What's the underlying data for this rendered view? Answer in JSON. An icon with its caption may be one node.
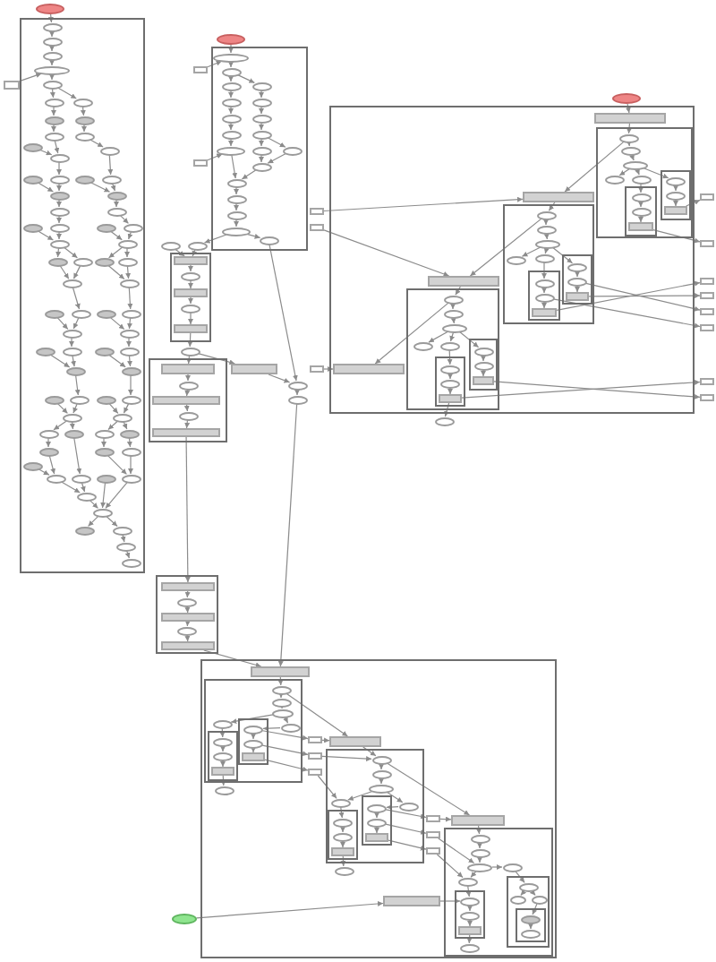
{
  "diagram": {
    "nodes": [
      {
        "text": [],
        "shape": "ellipse"
      },
      {
        "text": [],
        "shape": "box"
      },
      {
        "text": [],
        "shape": "ellipse",
        "in": 1
      },
      {
        "text": [],
        "shape": "ellipse",
        "in": 1
      },
      {
        "text": [],
        "shape": "ellipse",
        "in": 1
      },
      {
        "text": [],
        "shape": "ellipse",
        "in": 1
      },
      {
        "text": [],
        "shape": "ellipse",
        "in": 1
      },
      {
        "text": [],
        "shape": "ellipse",
        "in": 1
      },
      {
        "text": [],
        "shape": "ellipse",
        "in": 1
      },
      {
        "text": [],
        "shape": "ellipse",
        "in": 1
      },
      {
        "text": [],
        "shape": "ellipse",
        "in": 1
      },
      {
        "text": [],
        "shape": "ellipse",
        "in": 1
      },
      {
        "text": [],
        "shape": "ellipse",
        "in": 1
      },
      {
        "text": [],
        "shape": "ellipse",
        "in": 1
      },
      {
        "text": [],
        "shape": "ellipse",
        "in": 1
      },
      {
        "text": [],
        "shape": "ellipse",
        "in": 1
      },
      {
        "text": [],
        "shape": "ellipse",
        "in": 1
      },
      {
        "text": [],
        "shape": "ellipse",
        "in": 1
      },
      {
        "text": [],
        "shape": "ellipse",
        "in": 1
      },
      {
        "text": [],
        "shape": "ellipse",
        "in": 1
      },
      {
        "text": [],
        "shape": "ellipse",
        "in": 1
      },
      {
        "text": [],
        "shape": "ellipse",
        "in": 1
      },
      {
        "text": [],
        "shape": "ellipse",
        "in": 1
      },
      {
        "text": [],
        "shape": "ellipse",
        "in": 1
      },
      {
        "text": [],
        "shape": "ellipse",
        "in": 1
      },
      {
        "text": [],
        "shape": "ellipse",
        "in": 1
      },
      {
        "text": [],
        "shape": "ellipse",
        "in": 1
      },
      {
        "text": [],
        "shape": "ellipse",
        "in": 1
      },
      {
        "text": [],
        "shape": "ellipse",
        "in": 1
      },
      {
        "text": [],
        "shape": "ellipse",
        "in": 1
      },
      {
        "text": [],
        "shape": "ellipse",
        "in": 1
      },
      {
        "text": [],
        "shape": "ellipse",
        "in": 1
      },
      {
        "text": [],
        "shape": "ellipse",
        "in": 1
      },
      {
        "text": [],
        "shape": "ellipse",
        "in": 1
      },
      {
        "text": [],
        "shape": "ellipse",
        "in": 1
      },
      {
        "text": [],
        "shape": "ellipse",
        "in": 1
      },
      {
        "text": [],
        "shape": "ellipse",
        "in": 1
      },
      {
        "text": [],
        "shape": "ellipse",
        "in": 1
      },
      {
        "text": [],
        "shape": "ellipse",
        "in": 1
      },
      {
        "text": [],
        "shape": "ellipse",
        "in": 1
      },
      {
        "text": [],
        "shape": "ellipse",
        "in": 1
      },
      {
        "text": [],
        "shape": "ellipse",
        "in": 1
      },
      {
        "text": [],
        "shape": "ellipse",
        "in": 1
      },
      {
        "text": [],
        "shape": "ellipse",
        "in": 1
      },
      {
        "text": [],
        "shape": "ellipse",
        "in": 1
      },
      {
        "text": [],
        "shape": "ellipse",
        "in": 1
      },
      {
        "text": [],
        "shape": "ellipse",
        "in": 1
      },
      {
        "text": [],
        "shape": "ellipse",
        "in": 1
      },
      {
        "text": [],
        "shape": "ellipse",
        "in": 1
      },
      {
        "text": [],
        "shape": "ellipse",
        "in": 1
      },
      {
        "text": [],
        "shape": "ellipse",
        "in": 1
      },
      {
        "text": [],
        "shape": "ellipse",
        "in": 1
      },
      {
        "text": [],
        "shape": "ellipse",
        "in": 1
      },
      {
        "text": [],
        "shape": "ellipse",
        "in": 1
      },
      {
        "text": [],
        "shape": "ellipse",
        "in": 1
      },
      {
        "text": [],
        "shape": "ellipse",
        "in": 1
      },
      {
        "text": [],
        "shape": "ellipse",
        "in": 1
      },
      {
        "text": [],
        "shape": "ellipse",
        "in": 1
      },
      {
        "text": [],
        "shape": "ellipse",
        "in": 1
      },
      {
        "text": [],
        "shape": "ellipse",
        "in": 1
      },
      {
        "text": [],
        "shape": "ellipse",
        "in": 1
      },
      {
        "text": [],
        "shape": "ellipse",
        "in": 1
      },
      {
        "text": [],
        "shape": "ellipse",
        "in": 1
      },
      {
        "text": [],
        "shape": "ellipse",
        "in": 1
      },
      {
        "text": [],
        "shape": "ellipse",
        "in": 1
      },
      {
        "text": [],
        "shape": "ellipse",
        "in": 1
      },
      {
        "text": [],
        "shape": "ellipse",
        "in": 1
      },
      {
        "text": [],
        "shape": "ellipse",
        "in": 1
      },
      {
        "text": [],
        "shape": "ellipse",
        "in": 1
      },
      {
        "text": [],
        "shape": "ellipse",
        "in": 1
      },
      {
        "text": [],
        "shape": "ellipse",
        "in": 1
      },
      {
        "text": [],
        "shape": "ellipse",
        "in": 1
      },
      {
        "text": [],
        "shape": "box"
      },
      {
        "text": [],
        "shape": "ellipse"
      },
      {
        "text": [],
        "shape": "box"
      },
      {
        "text": [],
        "shape": "ellipse",
        "in": 74
      },
      {
        "text": [],
        "shape": "ellipse",
        "in": 74
      },
      {
        "text": [],
        "shape": "ellipse",
        "in": 74
      },
      {
        "text": [],
        "shape": "ellipse",
        "in": 74
      },
      {
        "text": [],
        "shape": "ellipse",
        "in": 74
      },
      {
        "text": [],
        "shape": "ellipse",
        "in": 74
      },
      {
        "text": [],
        "shape": "ellipse",
        "in": 74
      },
      {
        "text": [],
        "shape": "ellipse",
        "in": 74
      },
      {
        "text": [],
        "shape": "ellipse",
        "in": 74
      },
      {
        "text": [],
        "shape": "ellipse",
        "in": 74
      },
      {
        "text": [],
        "shape": "ellipse",
        "in": 74
      },
      {
        "text": [],
        "shape": "ellipse",
        "in": 74
      },
      {
        "text": [],
        "shape": "ellipse",
        "in": 74
      },
      {
        "text": [],
        "shape": "ellipse",
        "in": 74
      },
      {
        "text": [],
        "shape": "ellipse",
        "in": 74
      },
      {
        "text": [],
        "shape": "ellipse",
        "in": 74
      },
      {
        "text": [],
        "shape": "ellipse",
        "in": 74
      },
      {
        "text": [],
        "shape": "ellipse",
        "in": 74
      },
      {
        "text": [],
        "shape": "ellipse",
        "in": 74
      },
      {
        "text": [],
        "shape": "box"
      },
      {
        "text": [],
        "shape": "box"
      },
      {
        "text": [],
        "shape": "ellipse"
      },
      {
        "text": [],
        "shape": "ellipse"
      },
      {
        "text": [],
        "shape": "box"
      },
      {
        "text": [],
        "shape": "box"
      },
      {
        "text": [],
        "shape": "box"
      },
      {
        "text": [],
        "shape": "bar",
        "in": 100
      },
      {
        "text": [],
        "shape": "ellipse",
        "in": 100
      },
      {
        "text": [],
        "shape": "bar",
        "in": 100
      },
      {
        "text": [],
        "shape": "ellipse",
        "in": 100
      },
      {
        "text": [],
        "shape": "bar",
        "in": 100
      },
      {
        "text": [],
        "shape": "ellipse"
      },
      {
        "text": [],
        "shape": "box"
      },
      {
        "text": [],
        "shape": "bar",
        "in": 107
      },
      {
        "text": [],
        "shape": "ellipse",
        "in": 107
      },
      {
        "text": [],
        "shape": "bar",
        "in": 107
      },
      {
        "text": [],
        "shape": "ellipse",
        "in": 107
      },
      {
        "text": [],
        "shape": "bar",
        "in": 107
      },
      {
        "text": [],
        "shape": "bar"
      },
      {
        "text": [],
        "shape": "ellipse"
      },
      {
        "text": [],
        "shape": "ellipse"
      },
      {
        "text": [],
        "shape": "box"
      },
      {
        "text": [],
        "shape": "ellipse"
      },
      {
        "text": [],
        "shape": "box"
      },
      {
        "text": [],
        "shape": "bar",
        "in": 118
      },
      {
        "text": [],
        "shape": "box",
        "in": 118
      },
      {
        "text": [],
        "shape": "ellipse",
        "in": 120
      },
      {
        "text": [],
        "shape": "ellipse",
        "in": 120
      },
      {
        "text": [],
        "shape": "ellipse",
        "in": 120
      },
      {
        "text": [],
        "shape": "ellipse",
        "in": 120
      },
      {
        "text": [],
        "shape": "ellipse",
        "in": 120
      },
      {
        "text": [],
        "shape": "box",
        "in": 120
      },
      {
        "text": [],
        "shape": "ellipse",
        "in": 126
      },
      {
        "text": [],
        "shape": "ellipse",
        "in": 126
      },
      {
        "text": [],
        "shape": "bar",
        "in": 126
      },
      {
        "text": [],
        "shape": "box",
        "in": 120
      },
      {
        "text": [],
        "shape": "ellipse",
        "in": 130
      },
      {
        "text": [],
        "shape": "ellipse",
        "in": 130
      },
      {
        "text": [],
        "shape": "bar",
        "in": 130
      },
      {
        "text": [],
        "shape": "bar",
        "in": 118
      },
      {
        "text": [],
        "shape": "box",
        "in": 118
      },
      {
        "text": [],
        "shape": "ellipse",
        "in": 135
      },
      {
        "text": [],
        "shape": "ellipse",
        "in": 135
      },
      {
        "text": [],
        "shape": "ellipse",
        "in": 135
      },
      {
        "text": [],
        "shape": "ellipse",
        "in": 135
      },
      {
        "text": [],
        "shape": "ellipse",
        "in": 135
      },
      {
        "text": [],
        "shape": "box",
        "in": 135
      },
      {
        "text": [],
        "shape": "ellipse",
        "in": 141
      },
      {
        "text": [],
        "shape": "ellipse",
        "in": 141
      },
      {
        "text": [],
        "shape": "bar",
        "in": 141
      },
      {
        "text": [],
        "shape": "box",
        "in": 135
      },
      {
        "text": [],
        "shape": "ellipse",
        "in": 145
      },
      {
        "text": [],
        "shape": "ellipse",
        "in": 145
      },
      {
        "text": [],
        "shape": "bar",
        "in": 145
      },
      {
        "text": [],
        "shape": "bar",
        "in": 118
      },
      {
        "text": [],
        "shape": "box",
        "in": 118
      },
      {
        "text": [],
        "shape": "ellipse",
        "in": 150
      },
      {
        "text": [],
        "shape": "ellipse",
        "in": 150
      },
      {
        "text": [],
        "shape": "ellipse",
        "in": 150
      },
      {
        "text": [],
        "shape": "ellipse",
        "in": 150
      },
      {
        "text": [],
        "shape": "ellipse",
        "in": 150
      },
      {
        "text": [],
        "shape": "box",
        "in": 150
      },
      {
        "text": [],
        "shape": "ellipse",
        "in": 156
      },
      {
        "text": [],
        "shape": "ellipse",
        "in": 156
      },
      {
        "text": [],
        "shape": "bar",
        "in": 156
      },
      {
        "text": [],
        "shape": "box",
        "in": 150
      },
      {
        "text": [],
        "shape": "ellipse",
        "in": 160
      },
      {
        "text": [],
        "shape": "ellipse",
        "in": 160
      },
      {
        "text": [],
        "shape": "bar",
        "in": 160
      },
      {
        "text": [],
        "shape": "bar",
        "in": 118
      },
      {
        "text": [],
        "shape": "ellipse"
      },
      {
        "text": [],
        "shape": "box"
      },
      {
        "text": [],
        "shape": "box"
      },
      {
        "text": [],
        "shape": "box"
      },
      {
        "text": [],
        "shape": "box"
      },
      {
        "text": [],
        "shape": "box"
      },
      {
        "text": [],
        "shape": "box"
      },
      {
        "text": [],
        "shape": "box"
      },
      {
        "text": [],
        "shape": "box"
      },
      {
        "text": [],
        "shape": "box"
      },
      {
        "text": [],
        "shape": "bar",
        "in": 174
      },
      {
        "text": [],
        "shape": "ellipse",
        "in": 174
      },
      {
        "text": [],
        "shape": "bar",
        "in": 174
      },
      {
        "text": [],
        "shape": "ellipse",
        "in": 174
      },
      {
        "text": [],
        "shape": "bar",
        "in": 174
      },
      {
        "text": [],
        "shape": "box"
      },
      {
        "text": [],
        "shape": "bar",
        "in": 180
      },
      {
        "text": [],
        "shape": "box",
        "in": 180
      },
      {
        "text": [],
        "shape": "ellipse",
        "in": 182
      },
      {
        "text": [],
        "shape": "ellipse",
        "in": 182
      },
      {
        "text": [],
        "shape": "ellipse",
        "in": 182
      },
      {
        "text": [],
        "shape": "ellipse",
        "in": 182
      },
      {
        "text": [],
        "shape": "ellipse",
        "in": 182
      },
      {
        "text": [],
        "shape": "box",
        "in": 182
      },
      {
        "text": [],
        "shape": "ellipse",
        "in": 188
      },
      {
        "text": [],
        "shape": "ellipse",
        "in": 188
      },
      {
        "text": [],
        "shape": "bar",
        "in": 188
      },
      {
        "text": [],
        "shape": "box",
        "in": 182
      },
      {
        "text": [],
        "shape": "ellipse",
        "in": 192
      },
      {
        "text": [],
        "shape": "ellipse",
        "in": 192
      },
      {
        "text": [],
        "shape": "bar",
        "in": 192
      },
      {
        "text": [],
        "shape": "box",
        "in": 180
      },
      {
        "text": [],
        "shape": "box",
        "in": 180
      },
      {
        "text": [],
        "shape": "box",
        "in": 180
      },
      {
        "text": [],
        "shape": "bar",
        "in": 180
      },
      {
        "text": [],
        "shape": "box",
        "in": 180
      },
      {
        "text": [],
        "shape": "ellipse",
        "in": 200
      },
      {
        "text": [],
        "shape": "ellipse",
        "in": 200
      },
      {
        "text": [],
        "shape": "ellipse",
        "in": 200
      },
      {
        "text": [],
        "shape": "ellipse",
        "in": 200
      },
      {
        "text": [],
        "shape": "ellipse",
        "in": 200
      },
      {
        "text": [],
        "shape": "box",
        "in": 200
      },
      {
        "text": [],
        "shape": "ellipse",
        "in": 206
      },
      {
        "text": [],
        "shape": "ellipse",
        "in": 206
      },
      {
        "text": [],
        "shape": "bar",
        "in": 206
      },
      {
        "text": [],
        "shape": "box",
        "in": 200
      },
      {
        "text": [],
        "shape": "ellipse",
        "in": 210
      },
      {
        "text": [],
        "shape": "ellipse",
        "in": 210
      },
      {
        "text": [],
        "shape": "bar",
        "in": 210
      },
      {
        "text": [],
        "shape": "ellipse",
        "in": 180
      },
      {
        "text": [],
        "shape": "ellipse",
        "in": 180
      },
      {
        "text": [],
        "shape": "box",
        "in": 180
      },
      {
        "text": [],
        "shape": "box",
        "in": 180
      },
      {
        "text": [],
        "shape": "box",
        "in": 180
      },
      {
        "text": [],
        "shape": "bar",
        "in": 180
      },
      {
        "text": [],
        "shape": "box",
        "in": 180
      },
      {
        "text": [],
        "shape": "ellipse",
        "in": 220
      },
      {
        "text": [],
        "shape": "ellipse",
        "in": 220
      },
      {
        "text": [],
        "shape": "ellipse",
        "in": 220
      },
      {
        "text": [],
        "shape": "ellipse",
        "in": 220
      },
      {
        "text": [],
        "shape": "ellipse",
        "in": 220
      },
      {
        "text": [],
        "shape": "box",
        "in": 220
      },
      {
        "text": [],
        "shape": "ellipse",
        "in": 226
      },
      {
        "text": [],
        "shape": "ellipse",
        "in": 226
      },
      {
        "text": [],
        "shape": "bar",
        "in": 226
      },
      {
        "text": [],
        "shape": "box",
        "in": 220
      },
      {
        "text": [],
        "shape": "ellipse",
        "in": 230
      },
      {
        "text": [],
        "shape": "ellipse",
        "in": 230
      },
      {
        "text": [],
        "shape": "ellipse",
        "in": 230
      },
      {
        "text": [],
        "shape": "box",
        "in": 230
      },
      {
        "text": [],
        "shape": "ellipse",
        "in": 234
      },
      {
        "text": [],
        "shape": "ellipse",
        "in": 234
      },
      {
        "text": [],
        "shape": "ellipse",
        "in": 220
      },
      {
        "text": [],
        "shape": "bar",
        "in": 180
      },
      {
        "text": [],
        "shape": "ellipse"
      }
    ],
    "edges": [
      {
        "from": 0,
        "to": 2,
        "arrow": "to"
      },
      {
        "from": 2,
        "to": 3,
        "arrow": "to"
      },
      {
        "from": 3,
        "to": 4,
        "arrow": "to"
      },
      {
        "from": 4,
        "to": 5,
        "arrow": "to"
      },
      {
        "from": 72,
        "to": 5,
        "arrow": "to"
      },
      {
        "from": 5,
        "to": 6,
        "arrow": "to"
      },
      {
        "from": 6,
        "to": 7,
        "arrow": "to"
      },
      {
        "from": 6,
        "to": 8,
        "arrow": "to"
      },
      {
        "from": 7,
        "to": 9,
        "arrow": "to"
      },
      {
        "from": 8,
        "to": 10,
        "arrow": "to"
      },
      {
        "from": 9,
        "to": 11,
        "arrow": "to"
      },
      {
        "from": 10,
        "to": 12,
        "arrow": "to"
      },
      {
        "from": 11,
        "to": 14,
        "arrow": "to"
      },
      {
        "from": 13,
        "to": 14,
        "arrow": "to"
      },
      {
        "from": 12,
        "to": 15,
        "arrow": "to"
      },
      {
        "from": 14,
        "to": 17,
        "arrow": "to"
      },
      {
        "from": 15,
        "to": 19,
        "arrow": "to"
      },
      {
        "from": 16,
        "to": 20,
        "arrow": "to"
      },
      {
        "from": 17,
        "to": 20,
        "arrow": "to"
      },
      {
        "from": 18,
        "to": 21,
        "arrow": "to"
      },
      {
        "from": 19,
        "to": 21,
        "arrow": "to"
      },
      {
        "from": 20,
        "to": 22,
        "arrow": "to"
      },
      {
        "from": 21,
        "to": 23,
        "arrow": "to"
      },
      {
        "from": 22,
        "to": 25,
        "arrow": "to"
      },
      {
        "from": 23,
        "to": 27,
        "arrow": "to"
      },
      {
        "from": 24,
        "to": 28,
        "arrow": "to"
      },
      {
        "from": 25,
        "to": 28,
        "arrow": "to"
      },
      {
        "from": 26,
        "to": 29,
        "arrow": "to"
      },
      {
        "from": 27,
        "to": 29,
        "arrow": "to"
      },
      {
        "from": 28,
        "to": 30,
        "arrow": "to"
      },
      {
        "from": 28,
        "to": 31,
        "arrow": "to"
      },
      {
        "from": 29,
        "to": 32,
        "arrow": "to"
      },
      {
        "from": 29,
        "to": 33,
        "arrow": "to"
      },
      {
        "from": 30,
        "to": 34,
        "arrow": "to"
      },
      {
        "from": 31,
        "to": 34,
        "arrow": "to"
      },
      {
        "from": 32,
        "to": 35,
        "arrow": "to"
      },
      {
        "from": 33,
        "to": 35,
        "arrow": "to"
      },
      {
        "from": 34,
        "to": 37,
        "arrow": "to"
      },
      {
        "from": 35,
        "to": 39,
        "arrow": "to"
      },
      {
        "from": 36,
        "to": 40,
        "arrow": "to"
      },
      {
        "from": 37,
        "to": 40,
        "arrow": "to"
      },
      {
        "from": 38,
        "to": 41,
        "arrow": "to"
      },
      {
        "from": 39,
        "to": 41,
        "arrow": "to"
      },
      {
        "from": 40,
        "to": 43,
        "arrow": "to"
      },
      {
        "from": 41,
        "to": 45,
        "arrow": "to"
      },
      {
        "from": 42,
        "to": 46,
        "arrow": "to"
      },
      {
        "from": 43,
        "to": 46,
        "arrow": "to"
      },
      {
        "from": 44,
        "to": 47,
        "arrow": "to"
      },
      {
        "from": 45,
        "to": 47,
        "arrow": "to"
      },
      {
        "from": 46,
        "to": 49,
        "arrow": "to"
      },
      {
        "from": 47,
        "to": 51,
        "arrow": "to"
      },
      {
        "from": 48,
        "to": 52,
        "arrow": "to"
      },
      {
        "from": 49,
        "to": 52,
        "arrow": "to"
      },
      {
        "from": 50,
        "to": 53,
        "arrow": "to"
      },
      {
        "from": 51,
        "to": 53,
        "arrow": "to"
      },
      {
        "from": 52,
        "to": 54,
        "arrow": "to"
      },
      {
        "from": 52,
        "to": 55,
        "arrow": "to"
      },
      {
        "from": 53,
        "to": 56,
        "arrow": "to"
      },
      {
        "from": 53,
        "to": 57,
        "arrow": "to"
      },
      {
        "from": 54,
        "to": 58,
        "arrow": "to"
      },
      {
        "from": 56,
        "to": 59,
        "arrow": "to"
      },
      {
        "from": 57,
        "to": 60,
        "arrow": "to"
      },
      {
        "from": 58,
        "to": 62,
        "arrow": "to"
      },
      {
        "from": 61,
        "to": 62,
        "arrow": "to"
      },
      {
        "from": 55,
        "to": 63,
        "arrow": "to"
      },
      {
        "from": 59,
        "to": 65,
        "arrow": "to"
      },
      {
        "from": 60,
        "to": 65,
        "arrow": "to"
      },
      {
        "from": 62,
        "to": 66,
        "arrow": "to"
      },
      {
        "from": 63,
        "to": 66,
        "arrow": "to"
      },
      {
        "from": 64,
        "to": 67,
        "arrow": "to"
      },
      {
        "from": 65,
        "to": 67,
        "arrow": "to"
      },
      {
        "from": 66,
        "to": 67,
        "arrow": "to"
      },
      {
        "from": 67,
        "to": 68,
        "arrow": "to"
      },
      {
        "from": 67,
        "to": 69,
        "arrow": "to"
      },
      {
        "from": 69,
        "to": 70,
        "arrow": "to"
      },
      {
        "from": 70,
        "to": 71,
        "arrow": "to"
      },
      {
        "from": 73,
        "to": 75,
        "arrow": "to"
      },
      {
        "from": 94,
        "to": 75,
        "arrow": "to"
      },
      {
        "from": 75,
        "to": 76,
        "arrow": "to"
      },
      {
        "from": 76,
        "to": 77,
        "arrow": "to"
      },
      {
        "from": 76,
        "to": 78,
        "arrow": "to"
      },
      {
        "from": 77,
        "to": 79,
        "arrow": "to"
      },
      {
        "from": 78,
        "to": 80,
        "arrow": "to"
      },
      {
        "from": 79,
        "to": 81,
        "arrow": "to"
      },
      {
        "from": 80,
        "to": 82,
        "arrow": "to"
      },
      {
        "from": 81,
        "to": 83,
        "arrow": "to"
      },
      {
        "from": 82,
        "to": 84,
        "arrow": "to"
      },
      {
        "from": 83,
        "to": 85,
        "arrow": "to"
      },
      {
        "from": 84,
        "to": 86,
        "arrow": "to"
      },
      {
        "from": 84,
        "to": 87,
        "arrow": "to"
      },
      {
        "from": 95,
        "to": 85,
        "arrow": "to"
      },
      {
        "from": 85,
        "to": 89,
        "arrow": "to"
      },
      {
        "from": 86,
        "to": 88,
        "arrow": "to"
      },
      {
        "from": 87,
        "to": 88,
        "arrow": "to"
      },
      {
        "from": 88,
        "to": 89,
        "arrow": "to"
      },
      {
        "from": 89,
        "to": 90,
        "arrow": "to"
      },
      {
        "from": 90,
        "to": 91,
        "arrow": "to"
      },
      {
        "from": 91,
        "to": 92,
        "arrow": "to"
      },
      {
        "from": 92,
        "to": 93,
        "arrow": "to"
      },
      {
        "from": 92,
        "to": 97,
        "arrow": "to"
      },
      {
        "from": 96,
        "to": 101,
        "arrow": "to"
      },
      {
        "from": 97,
        "to": 101,
        "arrow": "to"
      },
      {
        "from": 101,
        "to": 102,
        "arrow": "to"
      },
      {
        "from": 102,
        "to": 103,
        "arrow": "to"
      },
      {
        "from": 103,
        "to": 104,
        "arrow": "to"
      },
      {
        "from": 104,
        "to": 105,
        "arrow": "to"
      },
      {
        "from": 105,
        "to": 106,
        "arrow": "to"
      },
      {
        "from": 106,
        "to": 108,
        "arrow": "to"
      },
      {
        "from": 106,
        "to": 113,
        "arrow": "to"
      },
      {
        "from": 108,
        "to": 109,
        "arrow": "to"
      },
      {
        "from": 109,
        "to": 110,
        "arrow": "to"
      },
      {
        "from": 110,
        "to": 111,
        "arrow": "to"
      },
      {
        "from": 111,
        "to": 112,
        "arrow": "to"
      },
      {
        "from": 93,
        "to": 114,
        "arrow": "to"
      },
      {
        "from": 113,
        "to": 114,
        "arrow": "to"
      },
      {
        "from": 114,
        "to": 115,
        "arrow": "to"
      },
      {
        "from": 115,
        "to": 181,
        "arrow": "to"
      },
      {
        "from": 112,
        "to": 175,
        "arrow": "to"
      },
      {
        "from": 117,
        "to": 119,
        "arrow": "to"
      },
      {
        "from": 119,
        "to": 121,
        "arrow": "to"
      },
      {
        "from": 121,
        "to": 122,
        "arrow": "to"
      },
      {
        "from": 122,
        "to": 123,
        "arrow": "to"
      },
      {
        "from": 123,
        "to": 124,
        "arrow": "to"
      },
      {
        "from": 123,
        "to": 125,
        "arrow": "to"
      },
      {
        "from": 125,
        "to": 127,
        "arrow": "to"
      },
      {
        "from": 127,
        "to": 128,
        "arrow": "to"
      },
      {
        "from": 128,
        "to": 129,
        "arrow": "to"
      },
      {
        "from": 123,
        "to": 131,
        "arrow": "to"
      },
      {
        "from": 131,
        "to": 132,
        "arrow": "to"
      },
      {
        "from": 132,
        "to": 133,
        "arrow": "to"
      },
      {
        "from": 121,
        "to": 134,
        "arrow": "to"
      },
      {
        "from": 134,
        "to": 136,
        "arrow": "to"
      },
      {
        "from": 136,
        "to": 137,
        "arrow": "to"
      },
      {
        "from": 137,
        "to": 138,
        "arrow": "to"
      },
      {
        "from": 138,
        "to": 139,
        "arrow": "to"
      },
      {
        "from": 138,
        "to": 140,
        "arrow": "to"
      },
      {
        "from": 140,
        "to": 142,
        "arrow": "to"
      },
      {
        "from": 142,
        "to": 143,
        "arrow": "to"
      },
      {
        "from": 143,
        "to": 144,
        "arrow": "to"
      },
      {
        "from": 138,
        "to": 146,
        "arrow": "to"
      },
      {
        "from": 146,
        "to": 147,
        "arrow": "to"
      },
      {
        "from": 147,
        "to": 148,
        "arrow": "to"
      },
      {
        "from": 136,
        "to": 149,
        "arrow": "to"
      },
      {
        "from": 149,
        "to": 151,
        "arrow": "to"
      },
      {
        "from": 151,
        "to": 152,
        "arrow": "to"
      },
      {
        "from": 152,
        "to": 153,
        "arrow": "to"
      },
      {
        "from": 153,
        "to": 154,
        "arrow": "to"
      },
      {
        "from": 153,
        "to": 155,
        "arrow": "to"
      },
      {
        "from": 155,
        "to": 157,
        "arrow": "to"
      },
      {
        "from": 157,
        "to": 158,
        "arrow": "to"
      },
      {
        "from": 158,
        "to": 159,
        "arrow": "to"
      },
      {
        "from": 153,
        "to": 161,
        "arrow": "to"
      },
      {
        "from": 161,
        "to": 162,
        "arrow": "to"
      },
      {
        "from": 162,
        "to": 163,
        "arrow": "to"
      },
      {
        "from": 151,
        "to": 164,
        "arrow": "to"
      },
      {
        "from": 159,
        "to": 165,
        "arrow": "to"
      },
      {
        "from": 98,
        "to": 134,
        "arrow": "to"
      },
      {
        "from": 99,
        "to": 149,
        "arrow": "to"
      },
      {
        "from": 116,
        "to": 164,
        "arrow": "to"
      },
      {
        "from": 133,
        "to": 166,
        "arrow": "to"
      },
      {
        "from": 129,
        "to": 167,
        "arrow": "to"
      },
      {
        "from": 144,
        "to": 168,
        "arrow": "to"
      },
      {
        "from": 148,
        "to": 169,
        "arrow": "to"
      },
      {
        "from": 147,
        "to": 170,
        "arrow": "to"
      },
      {
        "from": 143,
        "to": 171,
        "arrow": "to"
      },
      {
        "from": 159,
        "to": 172,
        "arrow": "to"
      },
      {
        "from": 163,
        "to": 173,
        "arrow": "to"
      },
      {
        "from": 175,
        "to": 176,
        "arrow": "to"
      },
      {
        "from": 176,
        "to": 177,
        "arrow": "to"
      },
      {
        "from": 177,
        "to": 178,
        "arrow": "to"
      },
      {
        "from": 178,
        "to": 179,
        "arrow": "to"
      },
      {
        "from": 179,
        "to": 181,
        "arrow": "to"
      },
      {
        "from": 181,
        "to": 183,
        "arrow": "to"
      },
      {
        "from": 183,
        "to": 184,
        "arrow": "to"
      },
      {
        "from": 184,
        "to": 185,
        "arrow": "to"
      },
      {
        "from": 185,
        "to": 186,
        "arrow": "to"
      },
      {
        "from": 185,
        "to": 187,
        "arrow": "to"
      },
      {
        "from": 186,
        "to": 189,
        "arrow": "to"
      },
      {
        "from": 189,
        "to": 190,
        "arrow": "to"
      },
      {
        "from": 190,
        "to": 191,
        "arrow": "to"
      },
      {
        "from": 187,
        "to": 193,
        "arrow": "to"
      },
      {
        "from": 193,
        "to": 194,
        "arrow": "to"
      },
      {
        "from": 194,
        "to": 195,
        "arrow": "to"
      },
      {
        "from": 191,
        "to": 214,
        "arrow": "to"
      },
      {
        "from": 183,
        "to": 199,
        "arrow": "to"
      },
      {
        "from": 193,
        "to": 196,
        "arrow": "to"
      },
      {
        "from": 196,
        "to": 199,
        "arrow": "to"
      },
      {
        "from": 194,
        "to": 197,
        "arrow": "to"
      },
      {
        "from": 195,
        "to": 198,
        "arrow": "to"
      },
      {
        "from": 197,
        "to": 201,
        "arrow": "to"
      },
      {
        "from": 198,
        "to": 204,
        "arrow": "to"
      },
      {
        "from": 199,
        "to": 201,
        "arrow": "to"
      },
      {
        "from": 201,
        "to": 202,
        "arrow": "to"
      },
      {
        "from": 202,
        "to": 203,
        "arrow": "to"
      },
      {
        "from": 203,
        "to": 204,
        "arrow": "to"
      },
      {
        "from": 203,
        "to": 205,
        "arrow": "to"
      },
      {
        "from": 204,
        "to": 207,
        "arrow": "to"
      },
      {
        "from": 207,
        "to": 208,
        "arrow": "to"
      },
      {
        "from": 208,
        "to": 209,
        "arrow": "to"
      },
      {
        "from": 205,
        "to": 211,
        "arrow": "to"
      },
      {
        "from": 211,
        "to": 212,
        "arrow": "to"
      },
      {
        "from": 212,
        "to": 213,
        "arrow": "to"
      },
      {
        "from": 209,
        "to": 215,
        "arrow": "to"
      },
      {
        "from": 201,
        "to": 219,
        "arrow": "to"
      },
      {
        "from": 211,
        "to": 216,
        "arrow": "to"
      },
      {
        "from": 212,
        "to": 217,
        "arrow": "to"
      },
      {
        "from": 213,
        "to": 218,
        "arrow": "to"
      },
      {
        "from": 216,
        "to": 219,
        "arrow": "to"
      },
      {
        "from": 217,
        "to": 223,
        "arrow": "to"
      },
      {
        "from": 218,
        "to": 224,
        "arrow": "to"
      },
      {
        "from": 219,
        "to": 221,
        "arrow": "to"
      },
      {
        "from": 221,
        "to": 222,
        "arrow": "to"
      },
      {
        "from": 222,
        "to": 223,
        "arrow": "to"
      },
      {
        "from": 223,
        "to": 224,
        "arrow": "to"
      },
      {
        "from": 223,
        "to": 225,
        "arrow": "to"
      },
      {
        "from": 224,
        "to": 227,
        "arrow": "to"
      },
      {
        "from": 227,
        "to": 228,
        "arrow": "to"
      },
      {
        "from": 228,
        "to": 229,
        "arrow": "to"
      },
      {
        "from": 229,
        "to": 237,
        "arrow": "to"
      },
      {
        "from": 225,
        "to": 231,
        "arrow": "to"
      },
      {
        "from": 231,
        "to": 232,
        "arrow": "to"
      },
      {
        "from": 231,
        "to": 233,
        "arrow": "to"
      },
      {
        "from": 233,
        "to": 235,
        "arrow": "to"
      },
      {
        "from": 235,
        "to": 236,
        "arrow": "to"
      },
      {
        "from": 239,
        "to": 238,
        "arrow": "to"
      },
      {
        "from": 238,
        "to": 227,
        "arrow": "to"
      }
    ]
  }
}
